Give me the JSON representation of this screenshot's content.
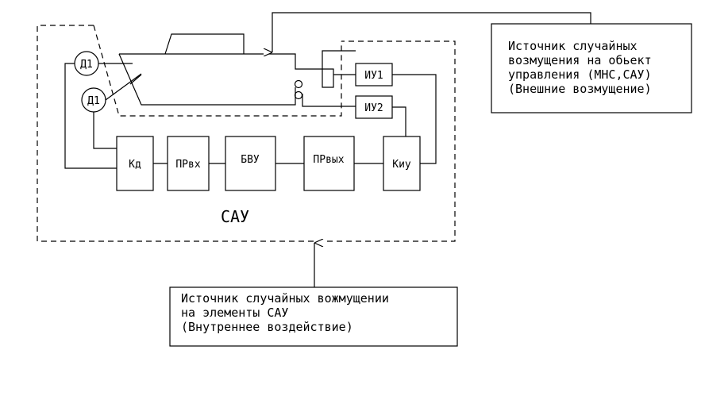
{
  "diagram": {
    "sau_label": "САУ",
    "sensors": {
      "d1_top": "Д1",
      "d1_bottom": "Д1"
    },
    "iu1": "ИУ1",
    "iu2": "ИУ2",
    "blocks": {
      "kd": "Кд",
      "prvx": "ПРвх",
      "bvu": "БВУ",
      "prvyx": "ПРвых",
      "kiu": "Киу"
    },
    "external_source": {
      "lines": [
        "Источник случайных",
        "возмущения на обьект",
        "управления (МНС,САУ)",
        "(Внешние возмущение)"
      ]
    },
    "internal_source": {
      "lines": [
        "Источник случайных вожмущении",
        "на элементы САУ",
        "(Внутреннее воздействие)"
      ]
    }
  }
}
